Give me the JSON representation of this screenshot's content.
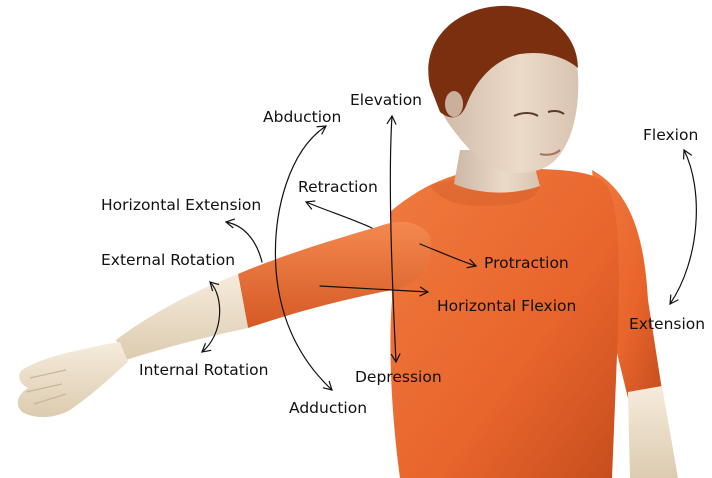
{
  "labels": {
    "elevation": "Elevation",
    "abduction": "Abduction",
    "flexion": "Flexion",
    "retraction": "Retraction",
    "horizontal_extension": "Horizontal Extension",
    "external_rotation": "External Rotation",
    "protraction": "Protraction",
    "horizontal_flexion": "Horizontal Flexion",
    "extension": "Extension",
    "internal_rotation": "Internal Rotation",
    "depression": "Depression",
    "adduction": "Adduction"
  },
  "colors": {
    "shirt": "#e8652c",
    "shirt_shadow": "#c2491c",
    "skin": "#efe3cf",
    "skin_shadow": "#d7c6ab",
    "face": "#e6d2c0",
    "hair": "#7a300f",
    "text": "#111111",
    "arrow": "#111111"
  }
}
